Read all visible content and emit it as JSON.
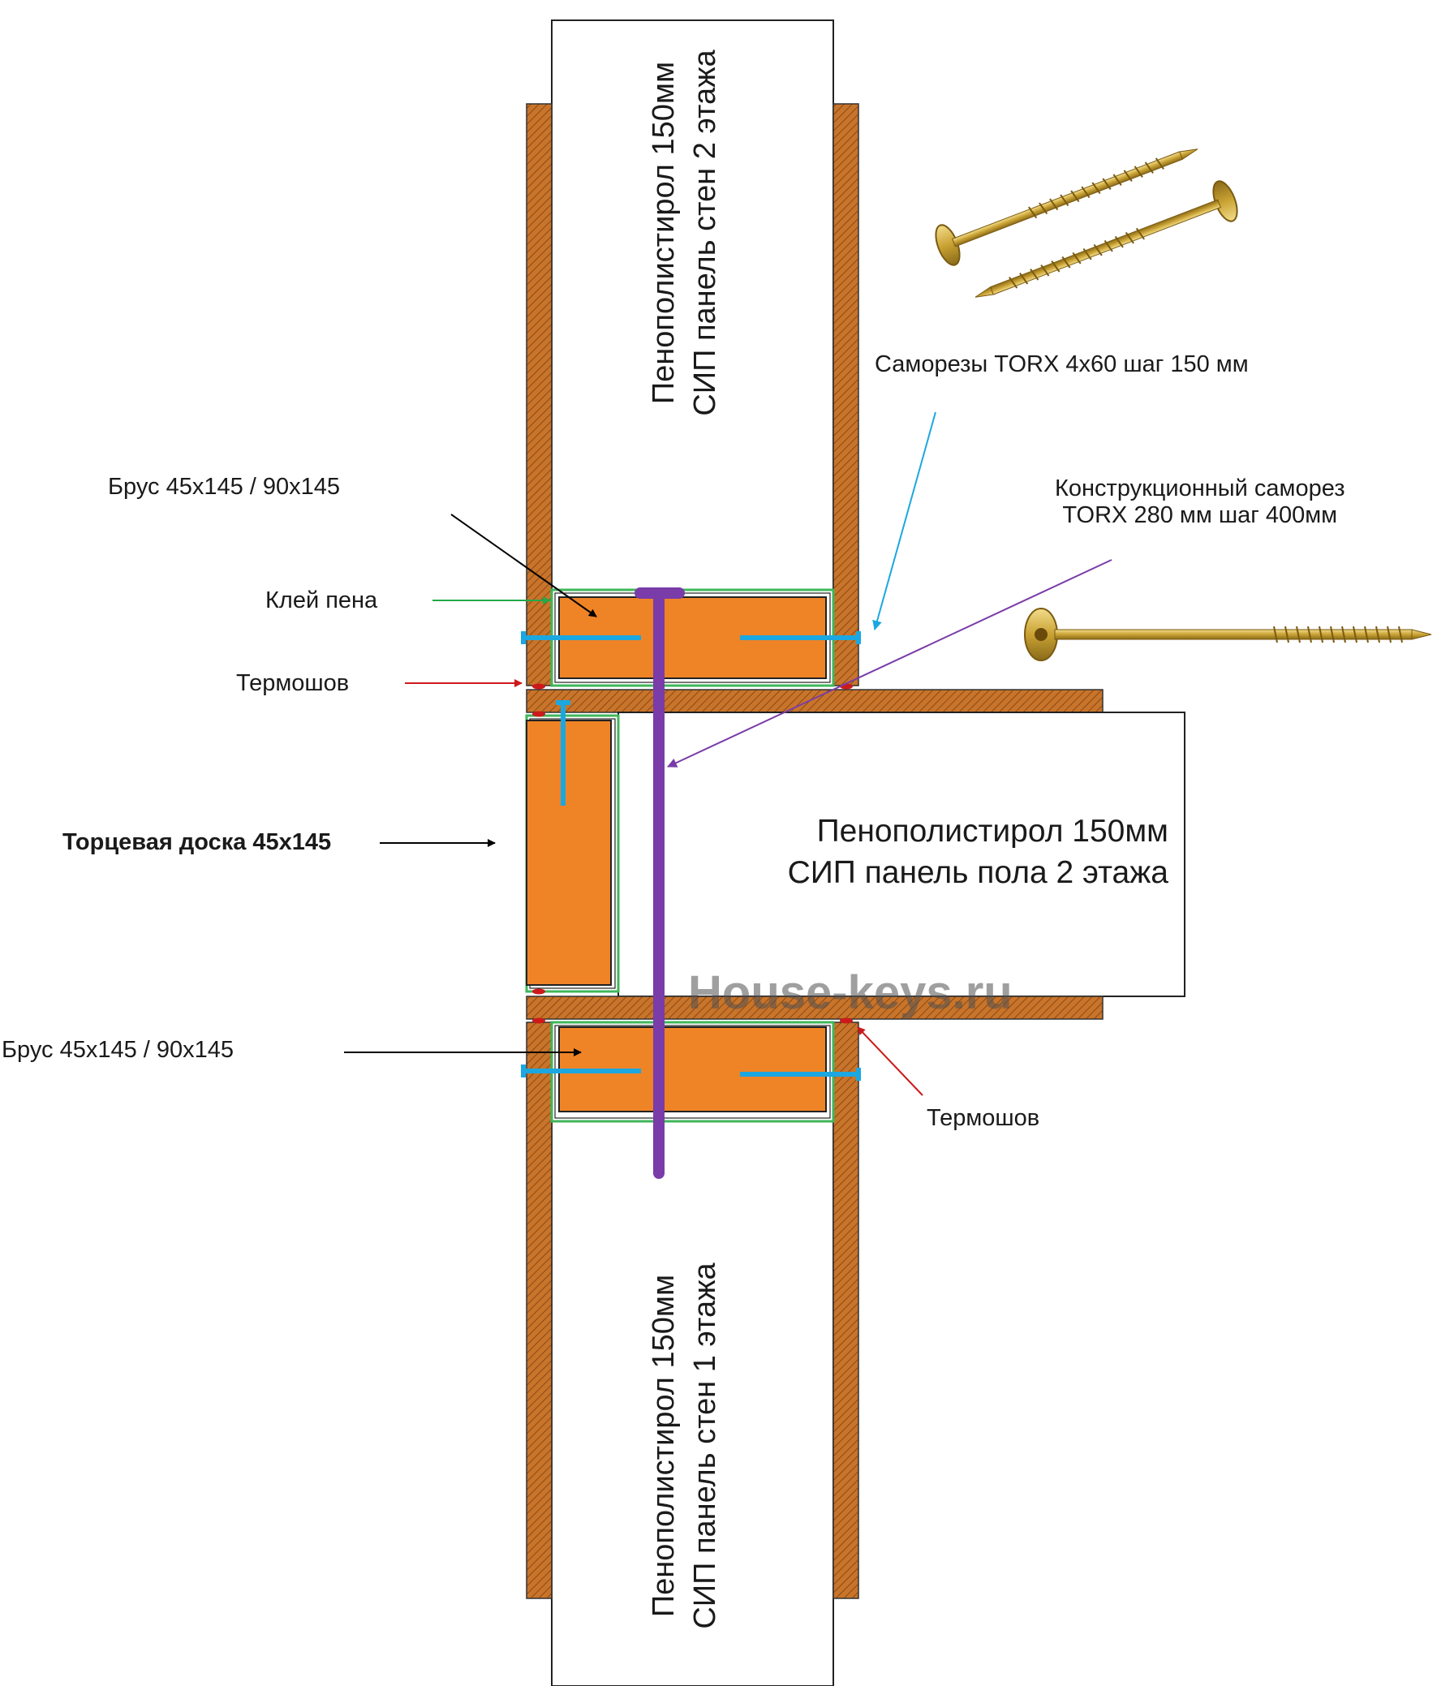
{
  "panels": {
    "wall_upper": {
      "line1": "Пенополистирол 150мм",
      "line2": "СИП панель стен 2 этажа"
    },
    "floor": {
      "line1": "Пенополистирол 150мм",
      "line2": "СИП панель пола 2 этажа"
    },
    "wall_lower": {
      "line1": "Пенополистирол 150мм",
      "line2": "СИП панель стен 1 этажа"
    }
  },
  "labels": {
    "screws_torx": "Саморезы TORX 4х60 шаг 150 мм",
    "structural_screw_line1": "Конструкционный саморез",
    "structural_screw_line2": "TORX 280 мм шаг 400мм",
    "beam_upper": "Брус  45х145 / 90х145",
    "glue_foam": "Клей пена",
    "thermal_seam_left": "Термошов",
    "end_board": "Торцевая доска 45х145",
    "beam_lower": "Брус  45х145 / 90х145",
    "thermal_seam_right": "Термошов"
  },
  "watermark": "House-keys.ru",
  "icons": [
    "wood-screws-pair-icon",
    "structural-screw-icon"
  ],
  "colors": {
    "osb": "#c8742a",
    "timber": "#ef8426",
    "glue": "#3fb65a",
    "screw_cyan": "#1ba7e0",
    "structural_screw": "#7a3ca8",
    "arrow_black": "#000000",
    "arrow_red": "#cc1a1a",
    "arrow_green": "#25a84a",
    "arrow_cyan": "#1ba7e0",
    "arrow_purple": "#7a3ca8",
    "screw_gold": "#c9a233"
  }
}
